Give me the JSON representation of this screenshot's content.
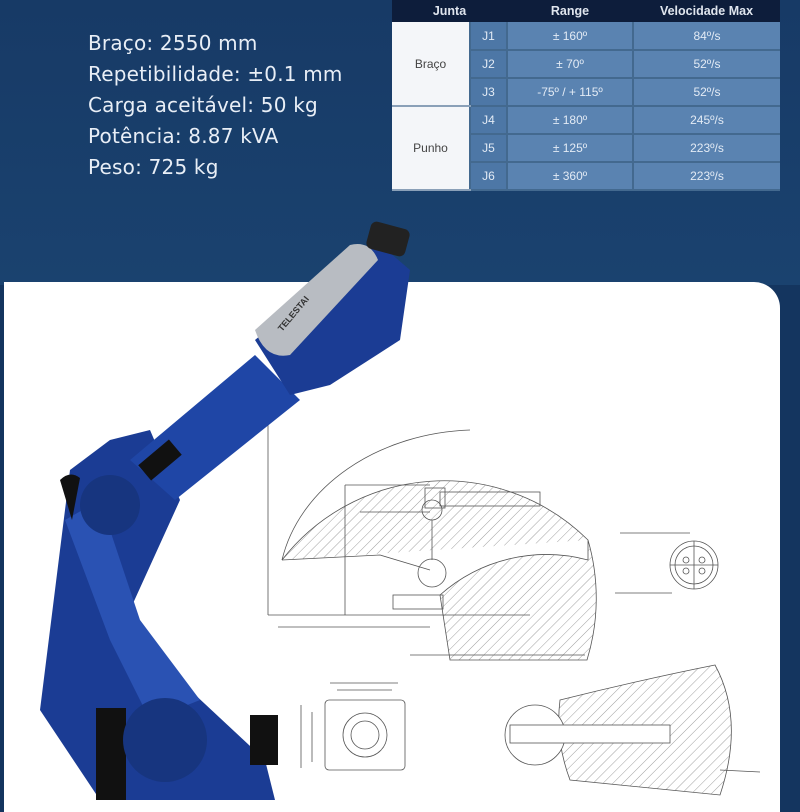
{
  "specs": [
    "Braço: 2550 mm",
    "Repetibilidade: ±0.1 mm",
    "Carga aceitável: 50 kg",
    "Potência: 8.87 kVA",
    "Peso: 725 kg"
  ],
  "table": {
    "headers": [
      "Junta",
      "Range",
      "Velocidade Max"
    ],
    "groups": [
      "Braço",
      "Punho"
    ],
    "rows": [
      {
        "joint": "J1",
        "range": "± 160º",
        "speed": "84º/s"
      },
      {
        "joint": "J2",
        "range": "± 70º",
        "speed": "52º/s"
      },
      {
        "joint": "J3",
        "range": "-75º / + 115º",
        "speed": "52º/s"
      },
      {
        "joint": "J4",
        "range": "± 180º",
        "speed": "245º/s"
      },
      {
        "joint": "J5",
        "range": "± 125º",
        "speed": "223º/s"
      },
      {
        "joint": "J6",
        "range": "± 360º",
        "speed": "223º/s"
      }
    ]
  },
  "robot": {
    "brand_logo": "TELESTAI",
    "color": "#1c3f9a"
  },
  "colors": {
    "background": "#173a66",
    "table_header": "#0d1d3b",
    "table_cell": "#5a83b1"
  }
}
